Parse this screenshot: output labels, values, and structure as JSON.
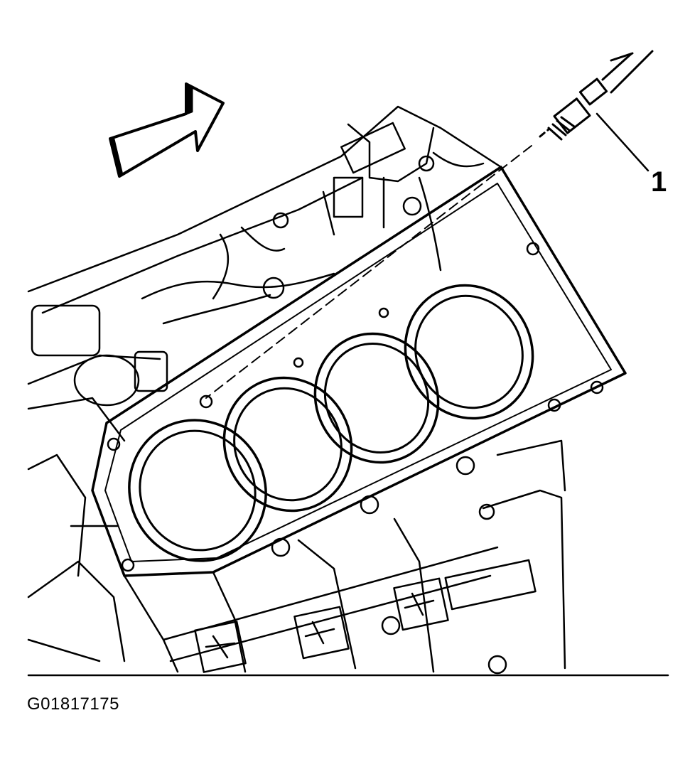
{
  "callouts": [
    {
      "label": "1",
      "part": "sensor"
    }
  ],
  "figure_id": "G01817175",
  "colors": {
    "ink": "#000000",
    "paper": "#ffffff"
  }
}
